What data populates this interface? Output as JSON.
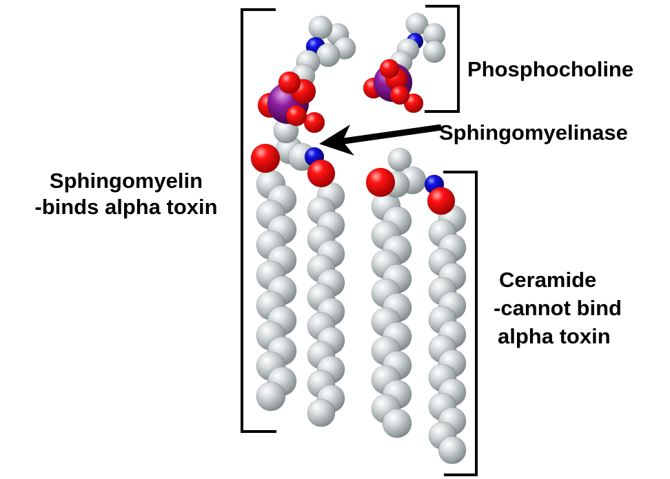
{
  "labels": {
    "phosphocholine": "Phosphocholine",
    "sphingomyelinase": "Sphingomyelinase",
    "sphingomyelin_line1": "Sphingomyelin",
    "sphingomyelin_line2": "-binds alpha toxin",
    "ceramide_line1": "Ceramide",
    "ceramide_line2": "-cannot bind",
    "ceramide_line3": "alpha toxin"
  },
  "colors": {
    "carbon": "#c8d0d2",
    "oxygen": "#ff1010",
    "nitrogen": "#1010e0",
    "phosphorus": "#8a1a9a",
    "bracket": "#000000",
    "arrow": "#000000"
  }
}
